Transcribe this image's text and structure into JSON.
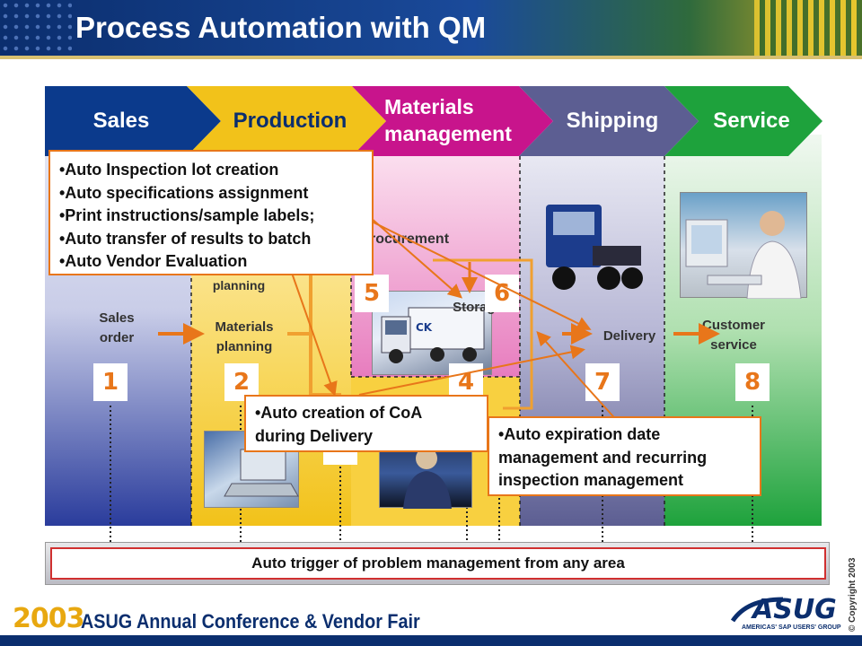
{
  "title": "Process Automation with QM",
  "tabs": [
    {
      "label": "Sales",
      "color": "#0b3a8c"
    },
    {
      "label": "Production",
      "color": "#f2c21a"
    },
    {
      "label": "Materials management",
      "color": "#c8148c"
    },
    {
      "label": "Shipping",
      "color": "#5c5e92"
    },
    {
      "label": "Service",
      "color": "#1ea23c"
    }
  ],
  "labels": {
    "sales_order": "Sales order",
    "materials_planning": "Materials planning",
    "planning": "planning",
    "procurement": "rocurement",
    "storage": "Storage",
    "delivery": "Delivery",
    "customer_service": "Customer service"
  },
  "step_numbers": [
    "1",
    "2",
    "4",
    "5",
    "6",
    "7",
    "8"
  ],
  "callouts": {
    "inspection": [
      "•Auto Inspection lot creation",
      "•Auto specifications assignment",
      "•Print instructions/sample labels;",
      "•Auto transfer of results to batch",
      "•Auto Vendor Evaluation"
    ],
    "coa": [
      "•Auto creation of CoA",
      "during Delivery"
    ],
    "expiration": [
      "•Auto expiration date",
      "management and recurring",
      "inspection management"
    ]
  },
  "problem_bar": "Auto trigger of problem management from any area",
  "footer": {
    "year": "2003",
    "conference": "ASUG Annual Conference & Vendor Fair",
    "logo": "ASUG",
    "logo_sub": "AMERICAS' SAP USERS' GROUP",
    "copyright": "© Copyright 2003"
  },
  "colors": {
    "accent": "#e8761a",
    "callout_border": "#e8761a"
  }
}
